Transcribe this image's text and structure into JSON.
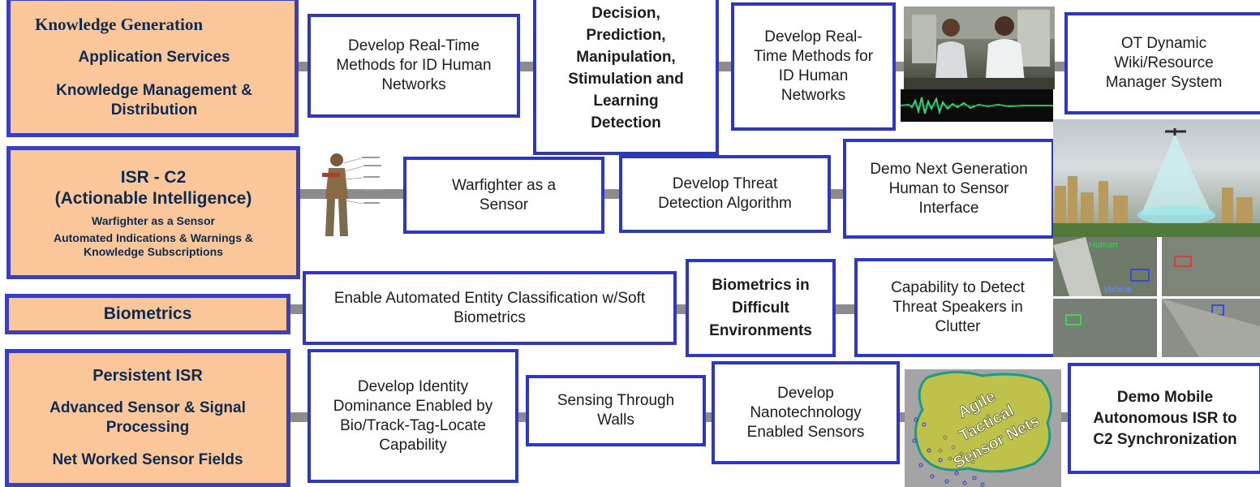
{
  "categories": {
    "knowledge": {
      "title": "Knowledge Generation",
      "lines": [
        "Application Services",
        "Knowledge Management & Distribution"
      ]
    },
    "isr_c2": {
      "title": "ISR - C2",
      "subtitle": "(Actionable Intelligence)",
      "lines": [
        "Warfighter as a Sensor",
        "Automated Indications & Warnings & Knowledge Subscriptions"
      ]
    },
    "biometrics": {
      "title": "Biometrics"
    },
    "persistent": {
      "title": "Persistent ISR",
      "lines": [
        "Advanced Sensor & Signal Processing",
        "Net Worked Sensor  Fields"
      ]
    }
  },
  "row1": {
    "box1": "Develop Real-Time Methods for ID Human Networks",
    "box2": "Decision,\nPrediction,\nManipulation,\nStimulation and\nLearning\nDetection",
    "box3": "Develop Real-Time Methods for ID Human Networks",
    "box4": "OT Dynamic Wiki/Resource Manager System"
  },
  "row2": {
    "box1": "Warfighter as a Sensor",
    "box2": "Develop Threat Detection Algorithm",
    "box3": "Demo Next Generation Human to Sensor Interface"
  },
  "row3": {
    "box1": "Enable Automated Entity Classification w/Soft Biometrics",
    "box2": "Biometrics in Difficult Environments",
    "box3": "Capability to Detect Threat Speakers in Clutter"
  },
  "row4": {
    "box1": "Develop Identity Dominance Enabled by Bio/Track-Tag-Locate Capability",
    "box2": "Sensing Through Walls",
    "box3": "Develop Nanotechnology Enabled Sensors",
    "box4": "Demo Mobile Autonomous ISR to C2 Synchronization"
  },
  "images": {
    "agile_label": "Agile Tactical Sensor Nets",
    "human_tag": "Human",
    "vehicle_tag": "Vehicle"
  },
  "colors": {
    "category_fill": "#fbc79a",
    "border_blue": "#2f35c4",
    "connector_gray": "#8c8c8c",
    "category_text": "#0e2a4e"
  }
}
